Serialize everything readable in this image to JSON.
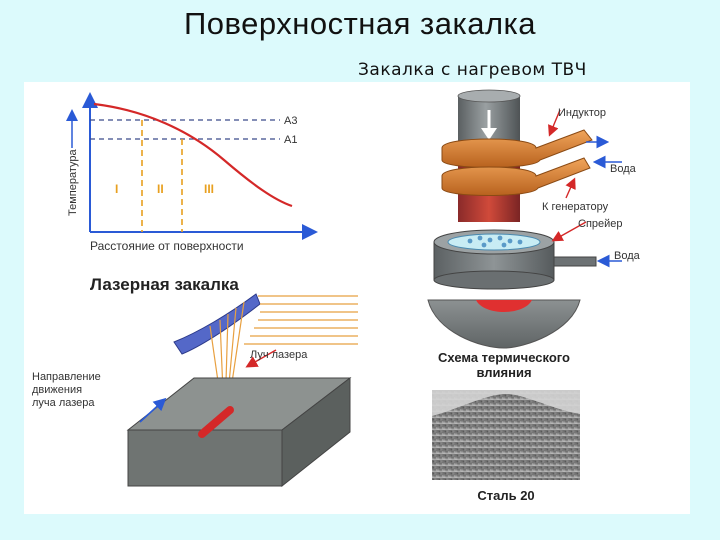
{
  "slide": {
    "title": "Поверхностная закалка",
    "subtitle": "Закалка с нагревом ТВЧ"
  },
  "graph": {
    "ylabel": "Температура",
    "xlabel": "Расстояние от поверхности",
    "line_a3": "A3",
    "line_a1": "A1",
    "zones": [
      "I",
      "II",
      "III"
    ]
  },
  "laser": {
    "heading": "Лазерная закалка",
    "beam_label": "Луч лазера",
    "direction_label": [
      "Направление",
      "движения",
      "луча лазера"
    ]
  },
  "hfc": {
    "inductor_label": "Индуктор",
    "water_label_1": "Вода",
    "generator_label": "К генератору",
    "sprayer_label": "Спрейер",
    "water_label_2": "Вода",
    "scheme_label": [
      "Схема термического",
      "влияния"
    ],
    "steel_label": "Сталь 20"
  },
  "colors": {
    "background": "#dcfafc",
    "heat_red": "#e03030",
    "arrow_blue": "#2a5ad6",
    "curve_red": "#d42828",
    "zone_orange": "#e8a020",
    "copper": "#d47a2a",
    "block_gray": "#7a7f7c"
  }
}
